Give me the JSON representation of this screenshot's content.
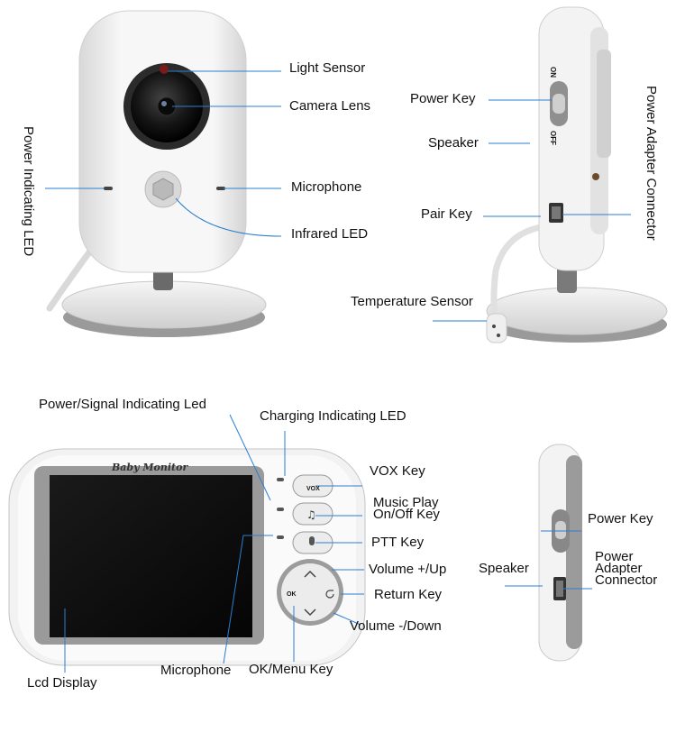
{
  "camera_front": {
    "light_sensor": "Light Sensor",
    "camera_lens": "Camera Lens",
    "microphone": "Microphone",
    "infrared_led": "Infrared LED",
    "power_indicating_led": "Power Indicating LED"
  },
  "camera_side": {
    "power_key": "Power Key",
    "speaker": "Speaker",
    "pair_key": "Pair Key",
    "temperature_sensor": "Temperature Sensor",
    "power_adapter_connector": "Power Adapter Connector",
    "switch_on": "ON",
    "switch_off": "OFF"
  },
  "monitor_front": {
    "brand_text": "Baby Monitor",
    "power_signal_led": "Power/Signal Indicating Led",
    "charging_led": "Charging Indicating LED",
    "vox_key": "VOX Key",
    "vox_button": "VOX",
    "music_play_line1": "Music Play",
    "music_play_line2": "On/Off Key",
    "ptt_key": "PTT Key",
    "volume_up": "Volume +/Up",
    "return_key": "Return Key",
    "volume_down": "Volume -/Down",
    "ok_menu_key": "OK/Menu Key",
    "ok_button": "OK",
    "microphone": "Microphone",
    "lcd_display": "Lcd Display"
  },
  "monitor_side": {
    "power_key": "Power Key",
    "speaker": "Speaker",
    "adapter_line1": "Power",
    "adapter_line2": "Adapter",
    "adapter_line3": "Connector"
  },
  "colors": {
    "device_white": "#f4f4f4",
    "device_gray": "#8a8a8a",
    "lens_black": "#1a1a1a",
    "screen_black": "#111111",
    "leader_line": "#2b7fd0"
  }
}
